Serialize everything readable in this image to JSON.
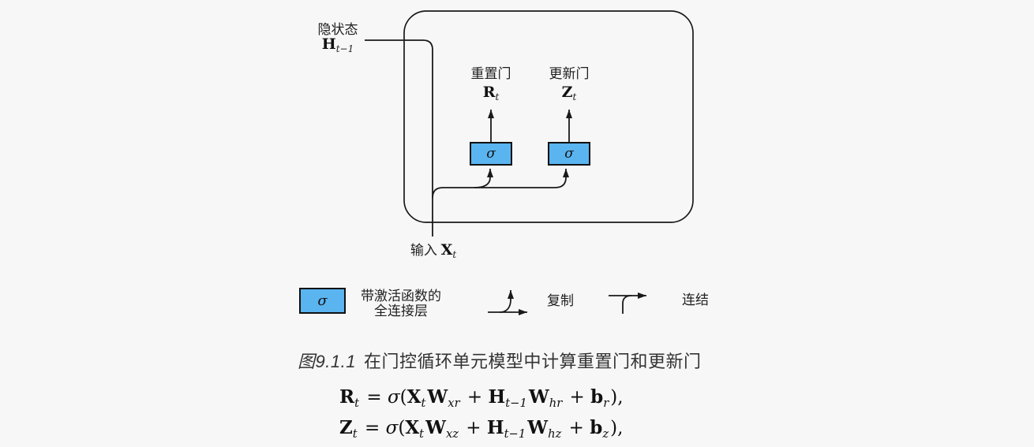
{
  "colors": {
    "background": "#f7f7f7",
    "sigma_fill": "#5ab4ef",
    "line": "#1a1a1a"
  },
  "diagram": {
    "hidden_state": {
      "label": "隐状态",
      "var": "H",
      "sub": "t−1"
    },
    "input": {
      "label": "输入",
      "var": "X",
      "sub": "t"
    },
    "reset_gate": {
      "label": "重置门",
      "var": "R",
      "sub": "t"
    },
    "update_gate": {
      "label": "更新门",
      "var": "Z",
      "sub": "t"
    },
    "sigma": "σ"
  },
  "legend": {
    "sigma": "σ",
    "fc_line1": "带激活函数的",
    "fc_line2": "全连接层",
    "copy": "复制",
    "concat": "连结"
  },
  "caption": {
    "number": "图9.1.1",
    "text": "在门控循环单元模型中计算重置门和更新门"
  },
  "formulas": {
    "line1": [
      {
        "t": "R",
        "st": "b",
        "sub": "t"
      },
      {
        "t": " = ",
        "st": "n"
      },
      {
        "t": "σ",
        "st": "i"
      },
      {
        "t": "(",
        "st": "n"
      },
      {
        "t": "X",
        "st": "b",
        "sub": "t"
      },
      {
        "t": "W",
        "st": "b",
        "sub": "xr"
      },
      {
        "t": " + ",
        "st": "n"
      },
      {
        "t": "H",
        "st": "b",
        "sub": "t−1"
      },
      {
        "t": "W",
        "st": "b",
        "sub": "hr"
      },
      {
        "t": " + ",
        "st": "n"
      },
      {
        "t": "b",
        "st": "b",
        "sub": "r"
      },
      {
        "t": "),",
        "st": "n"
      }
    ],
    "line2": [
      {
        "t": "Z",
        "st": "b",
        "sub": "t"
      },
      {
        "t": " = ",
        "st": "n"
      },
      {
        "t": "σ",
        "st": "i"
      },
      {
        "t": "(",
        "st": "n"
      },
      {
        "t": "X",
        "st": "b",
        "sub": "t"
      },
      {
        "t": "W",
        "st": "b",
        "sub": "xz"
      },
      {
        "t": " + ",
        "st": "n"
      },
      {
        "t": "H",
        "st": "b",
        "sub": "t−1"
      },
      {
        "t": "W",
        "st": "b",
        "sub": "hz"
      },
      {
        "t": " + ",
        "st": "n"
      },
      {
        "t": "b",
        "st": "b",
        "sub": "z"
      },
      {
        "t": "),",
        "st": "n"
      }
    ]
  }
}
